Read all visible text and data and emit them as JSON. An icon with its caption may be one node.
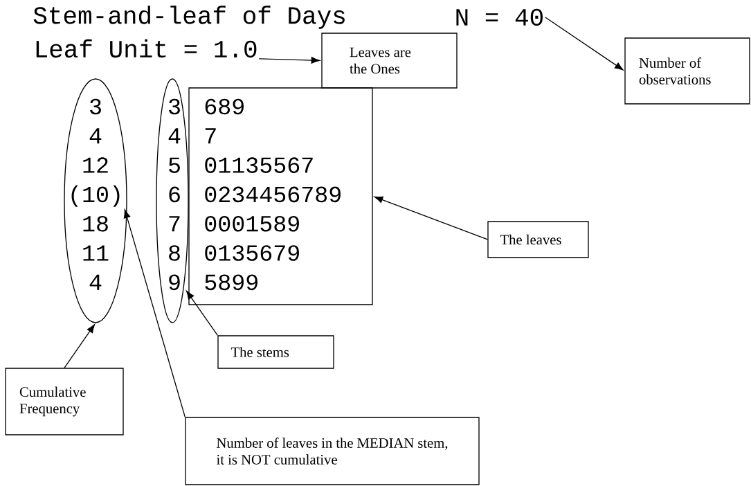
{
  "diagram": {
    "nodes": [
      {
        "text": [
          "N = 40"
        ]
      },
      {
        "text": [
          "Leaf Unit = 1.0"
        ]
      },
      {
        "text": [
          "Leaves are the Ones"
        ]
      },
      {
        "text": [
          "Number of observations"
        ]
      },
      {
        "text": [],
        "shape": "ellipse"
      },
      {
        "text": [
          "3"
        ],
        "in": 4
      },
      {
        "text": [
          "4"
        ],
        "in": 4
      },
      {
        "text": [
          "12"
        ],
        "in": 4
      },
      {
        "text": [
          "(10)"
        ],
        "in": 4
      },
      {
        "text": [
          "18"
        ],
        "in": 4
      },
      {
        "text": [
          "11"
        ],
        "in": 4
      },
      {
        "text": [
          "4"
        ],
        "in": 4
      },
      {
        "text": [
          "3",
          "4",
          "5",
          "6",
          "7",
          "8",
          "9"
        ]
      },
      {
        "text": [
          "689",
          "7",
          "01135567",
          "0234456789",
          "0001589",
          "0135679",
          "5899"
        ]
      },
      {
        "text": [
          "The leaves"
        ]
      },
      {
        "text": [
          "The stems"
        ]
      },
      {
        "text": [
          "Cumulative Frequency"
        ]
      },
      {
        "text": [
          "Number of leaves in the MEDIAN stem, it is NOT cumulative"
        ]
      }
    ],
    "edges": [
      {
        "from": 1,
        "to": 2,
        "arrow": "to"
      },
      {
        "from": 0,
        "to": 3,
        "arrow": "to"
      },
      {
        "from": 14,
        "to": 13,
        "arrow": "to"
      },
      {
        "from": 15,
        "to": 12,
        "arrow": "to"
      },
      {
        "from": 16,
        "to": 4,
        "arrow": "to"
      },
      {
        "from": 17,
        "to": 8,
        "arrow": "to"
      }
    ],
    "labels": [
      "Stem-and-leaf of Days"
    ]
  }
}
